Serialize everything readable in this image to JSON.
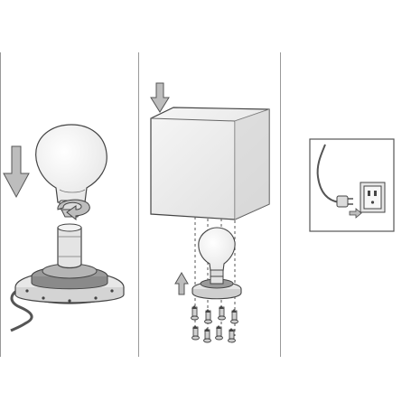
{
  "diagram": {
    "panels": [
      {
        "id": "step-1",
        "subject": "bulb-screwed-into-base-socket"
      },
      {
        "id": "step-2",
        "subject": "cube-shade-lowered-onto-base-and-screwed-from-below"
      },
      {
        "id": "step-3",
        "subject": "plug-inserted-into-wall-socket"
      }
    ],
    "icons": [
      "arrow-down-icon",
      "arrow-up-icon",
      "arrow-right-icon",
      "rotate-arrow-icon",
      "bulb-icon",
      "base-icon",
      "cube-shade-icon",
      "screw-icon",
      "plug-icon",
      "wall-socket-icon"
    ],
    "colors": {
      "line": "#444444",
      "arrow_fill": "#bdbdbd",
      "divider": "#999999",
      "base_fill": "#9a9a9a"
    }
  }
}
